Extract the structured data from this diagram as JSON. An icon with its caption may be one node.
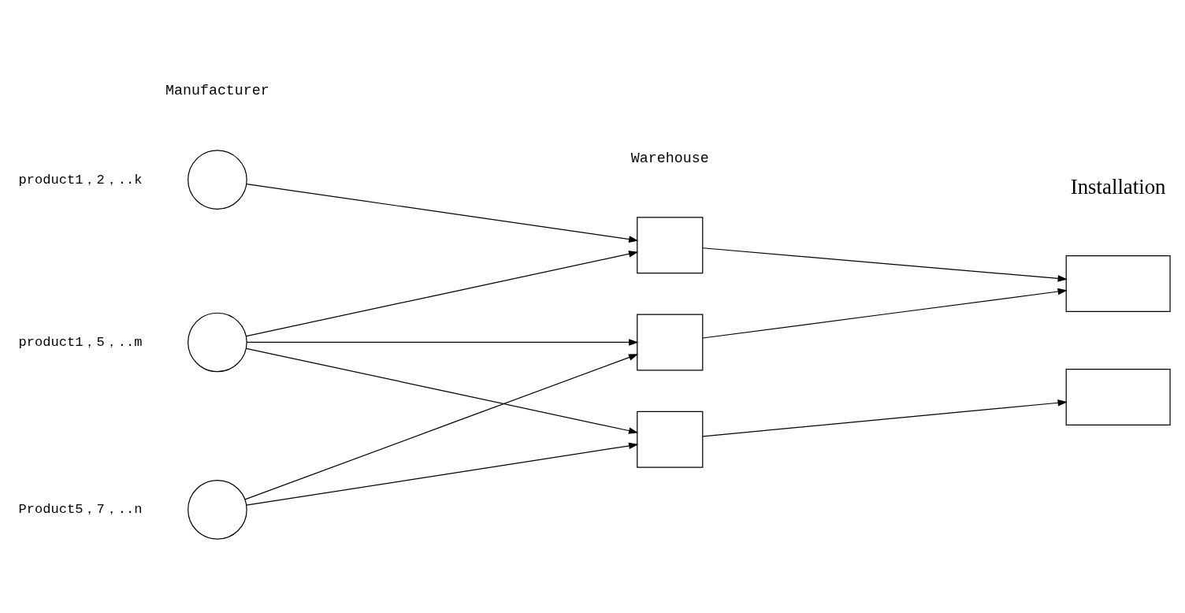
{
  "diagram": {
    "nodes": [
      {
        "text": [],
        "shape": "circle",
        "beside": [
          "product1，2，..k"
        ]
      },
      {
        "text": [],
        "shape": "circle",
        "beside": [
          "product1，5，..m"
        ]
      },
      {
        "text": [],
        "shape": "circle",
        "beside": [
          "Product5，7，..n"
        ]
      },
      {
        "text": [],
        "shape": "box"
      },
      {
        "text": [],
        "shape": "box"
      },
      {
        "text": [],
        "shape": "box"
      },
      {
        "text": [],
        "shape": "box"
      },
      {
        "text": [],
        "shape": "box"
      }
    ],
    "edges": [
      {
        "from": 0,
        "to": 3,
        "arrow": "to"
      },
      {
        "from": 1,
        "to": 3,
        "arrow": "to"
      },
      {
        "from": 1,
        "to": 4,
        "arrow": "to"
      },
      {
        "from": 1,
        "to": 5,
        "arrow": "to"
      },
      {
        "from": 2,
        "to": 4,
        "arrow": "to"
      },
      {
        "from": 2,
        "to": 5,
        "arrow": "to"
      },
      {
        "from": 3,
        "to": 6,
        "arrow": "to"
      },
      {
        "from": 4,
        "to": 6,
        "arrow": "to"
      },
      {
        "from": 5,
        "to": 7,
        "arrow": "to"
      }
    ],
    "labels": [
      "Manufacturer",
      "Warehouse",
      "Installation"
    ]
  }
}
